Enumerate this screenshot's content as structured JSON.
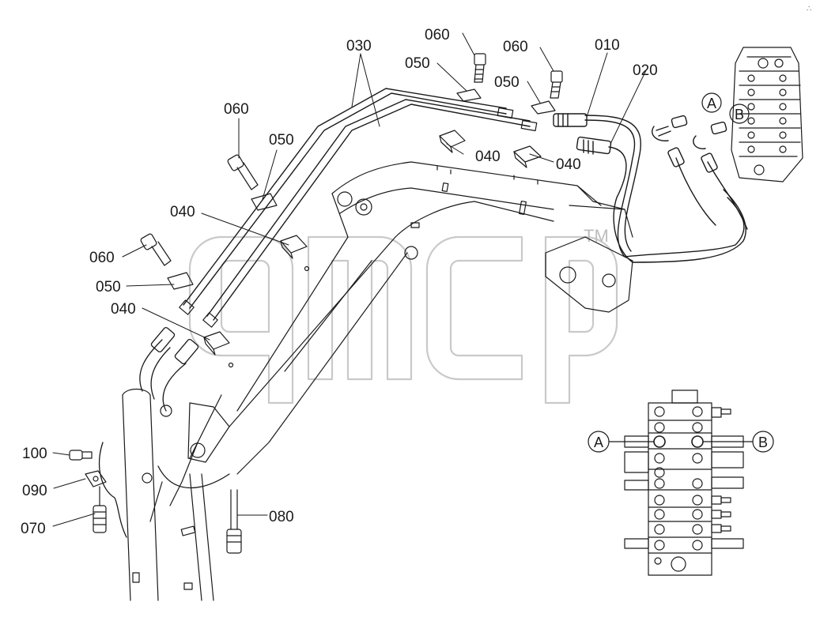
{
  "diagram": {
    "part_labels": {
      "p010": "010",
      "p020": "020",
      "p030": "030",
      "p040": "040",
      "p050": "050",
      "p060": "060",
      "p070": "070",
      "p080": "080",
      "p090": "090",
      "p100": "100"
    },
    "port_labels": {
      "a": "A",
      "b": "B"
    },
    "watermark": {
      "text": "qmcp",
      "mark": "TM"
    },
    "corner_glyph": "∴"
  },
  "colors": {
    "line": "#1a1a1a",
    "watermark": "#c9c9c9",
    "background": "#ffffff"
  }
}
